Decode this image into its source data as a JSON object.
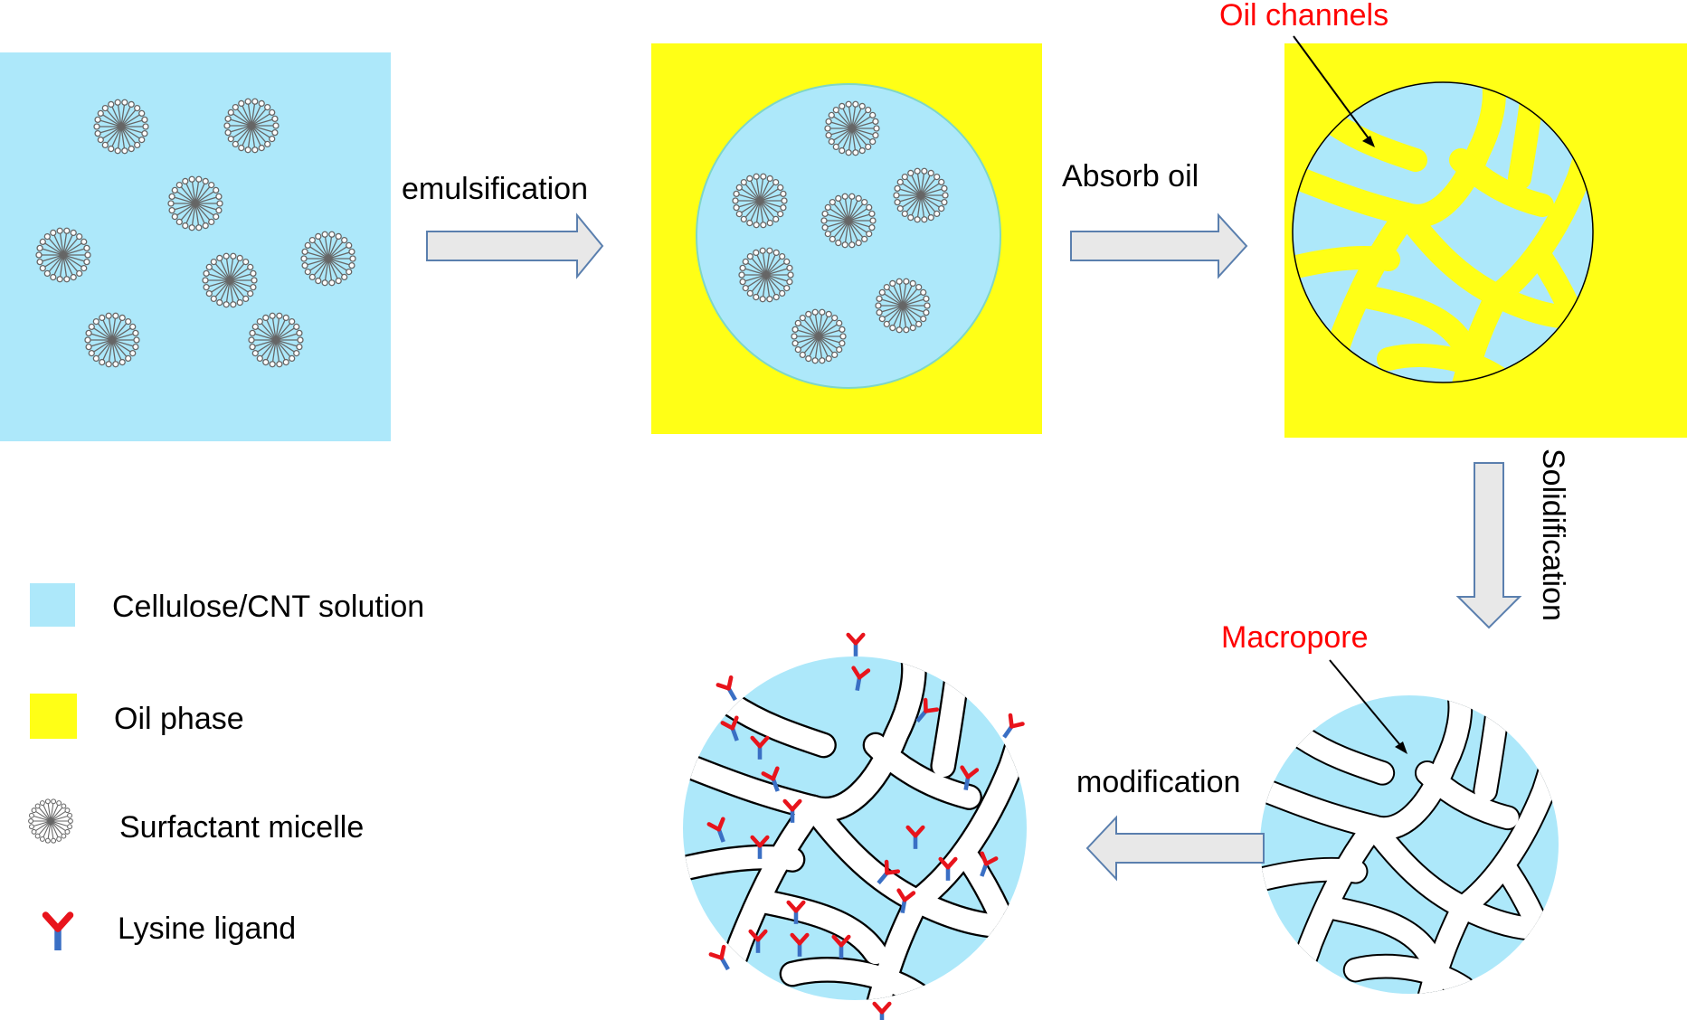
{
  "colors": {
    "solution": "#ade8fa",
    "oil": "#ffff16",
    "arrow_fill": "#e8e8e8",
    "arrow_stroke": "#5a7fae",
    "callout_text": "#ff0000",
    "ligand_arm": "#e8141c",
    "ligand_stem": "#3a6fc4"
  },
  "steps": {
    "emulsification": "emulsification",
    "absorb_oil": "Absorb oil",
    "solidification": "Solidification",
    "modification": "modification"
  },
  "callouts": {
    "oil_channels": "Oil channels",
    "macropore": "Macropore"
  },
  "legend": {
    "items": [
      {
        "label": "Cellulose/CNT solution",
        "icon": "blue-square-icon"
      },
      {
        "label": "Oil phase",
        "icon": "yellow-square-icon"
      },
      {
        "label": "Surfactant micelle",
        "icon": "micelle-icon"
      },
      {
        "label": "Lysine ligand",
        "icon": "ligand-icon"
      }
    ]
  }
}
